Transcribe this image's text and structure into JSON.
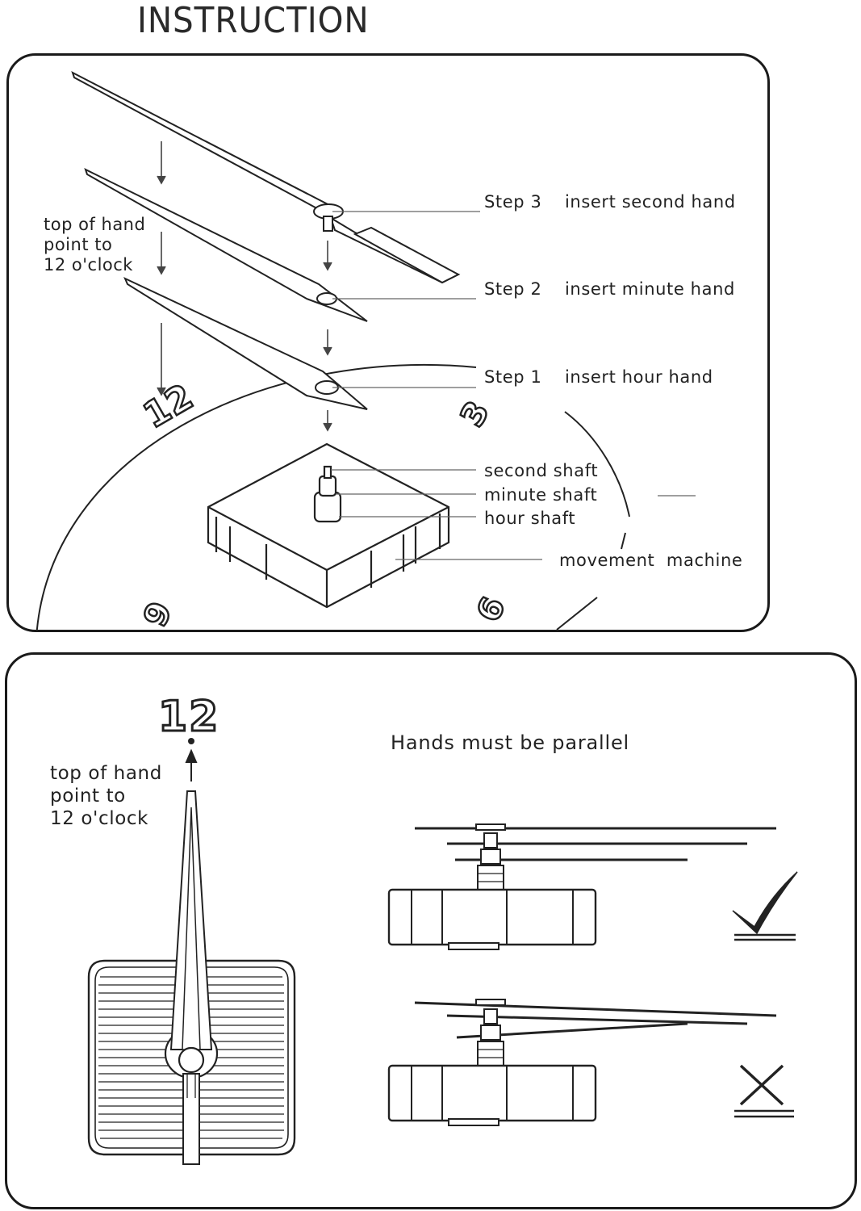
{
  "title": "INSTRUCTION",
  "panel1": {
    "note_lines": [
      "top of hand",
      "point to",
      "12 o'clock"
    ],
    "steps": [
      {
        "step": "Step 3",
        "text": "insert second hand"
      },
      {
        "step": "Step 2",
        "text": "insert minute hand"
      },
      {
        "step": "Step 1",
        "text": "insert hour hand"
      }
    ],
    "shafts": [
      "second shaft",
      "minute shaft",
      "hour shaft"
    ],
    "movement": "movement  machine",
    "dial_numbers": [
      "12",
      "3",
      "6",
      "9"
    ]
  },
  "panel2": {
    "number": "12",
    "note_lines": [
      "top of hand",
      "point to",
      "12 o'clock"
    ],
    "heading": "Hands must be parallel",
    "correct_mark": "check-icon",
    "wrong_mark": "cross-icon"
  }
}
